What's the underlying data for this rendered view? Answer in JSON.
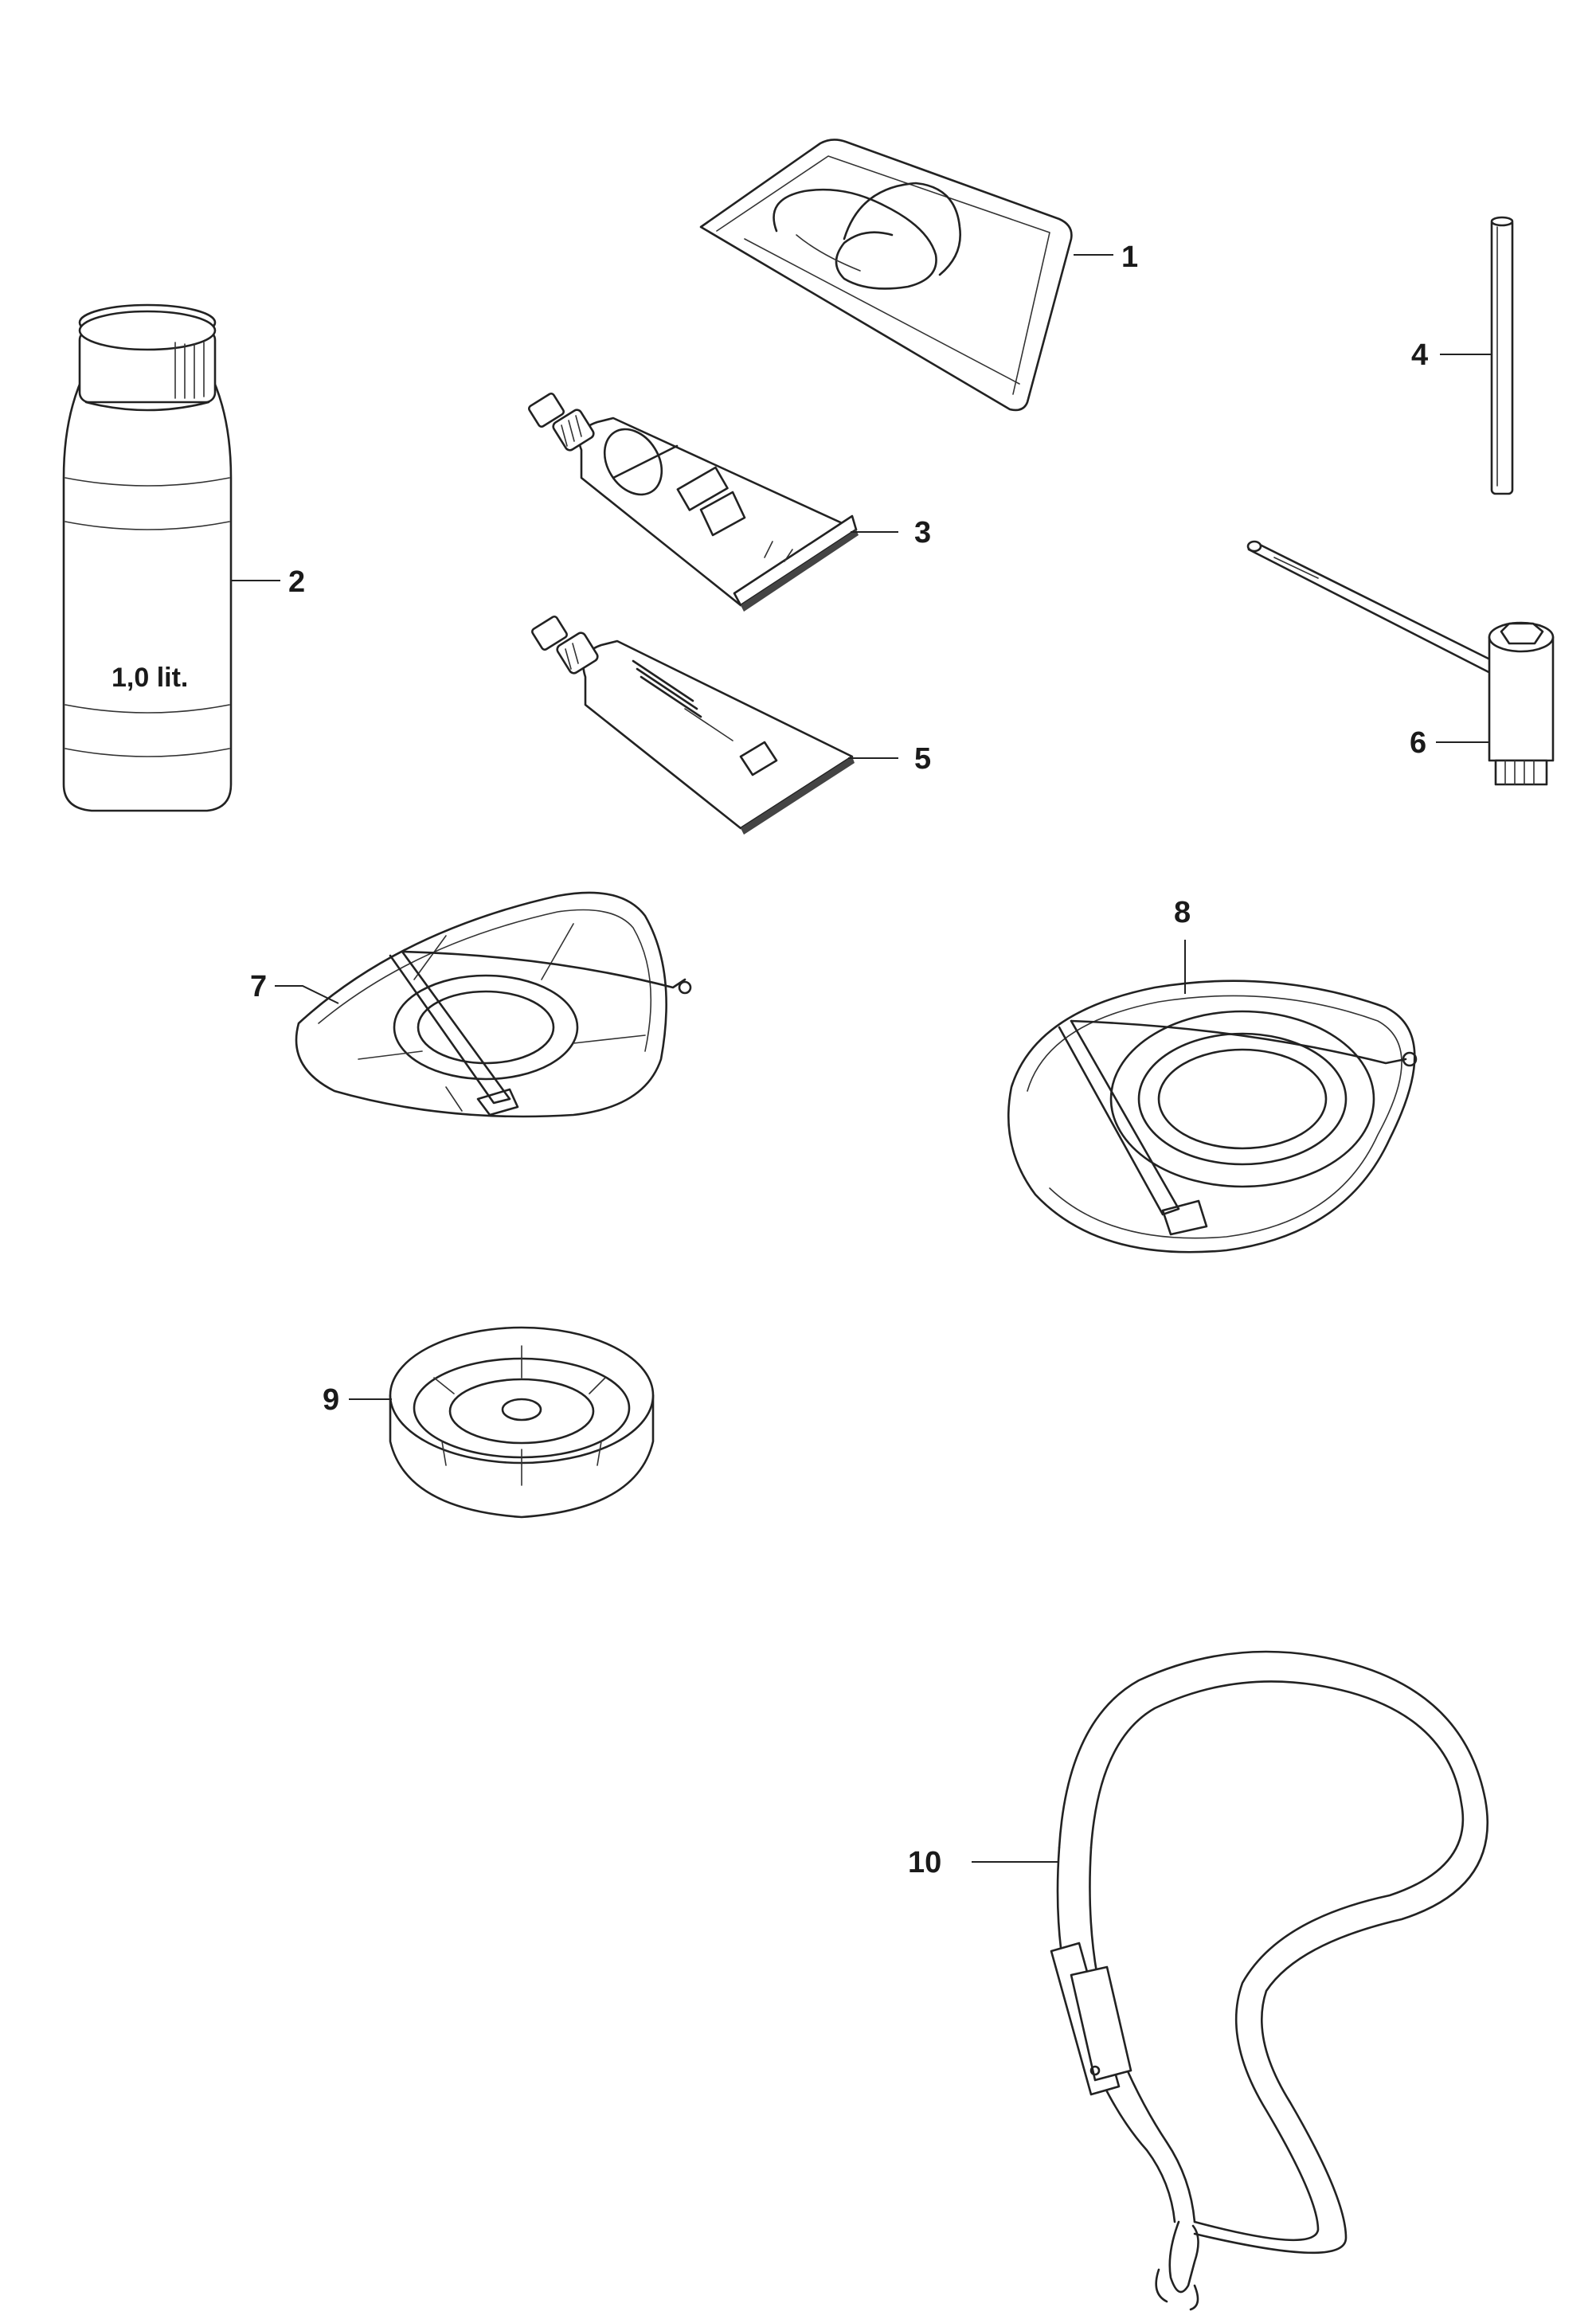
{
  "callouts": [
    "1",
    "2",
    "3",
    "4",
    "5",
    "6",
    "7",
    "8",
    "9",
    "10"
  ],
  "bottle_label": "1,0 lit.",
  "parts": [
    {
      "id": "1",
      "icon": "tool-bag-icon"
    },
    {
      "id": "2",
      "icon": "oil-bottle-icon"
    },
    {
      "id": "3",
      "icon": "grease-tube-icon"
    },
    {
      "id": "4",
      "icon": "pin-icon"
    },
    {
      "id": "5",
      "icon": "grease-tube-icon"
    },
    {
      "id": "6",
      "icon": "socket-wrench-icon"
    },
    {
      "id": "7",
      "icon": "trimmer-guard-icon"
    },
    {
      "id": "8",
      "icon": "blade-guard-icon"
    },
    {
      "id": "9",
      "icon": "support-cup-icon"
    },
    {
      "id": "10",
      "icon": "shoulder-strap-icon"
    }
  ]
}
